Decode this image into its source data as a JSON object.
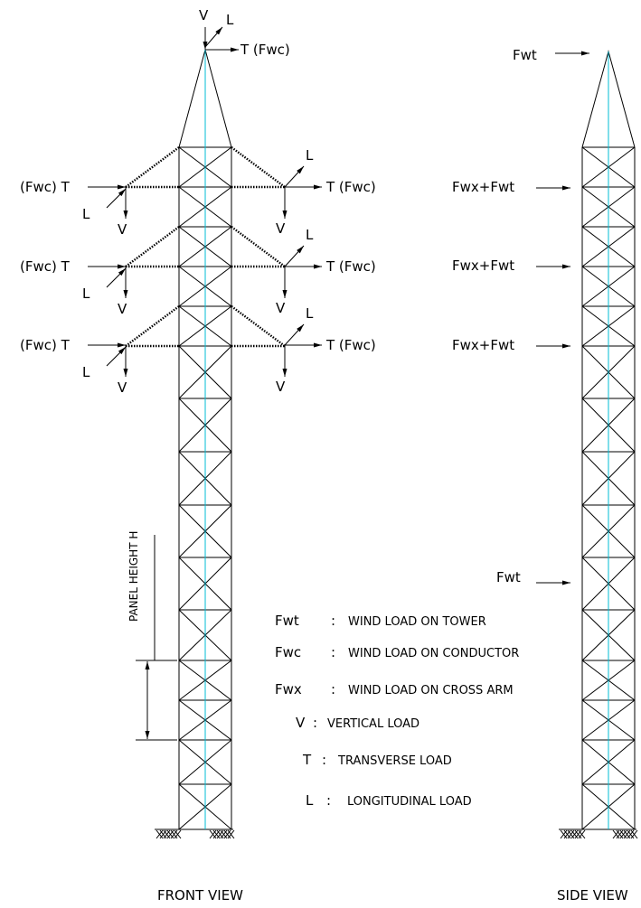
{
  "front": {
    "top_loads": {
      "v": "V",
      "l": "L",
      "t": "T (Fwc)"
    },
    "left_arm_label": "(Fwc) T",
    "right_arm_label": "T (Fwc)",
    "arm_v": "V",
    "arm_l": "L",
    "panel_height": "PANEL HEIGHT H",
    "view_title": "FRONT VIEW"
  },
  "side": {
    "top_label": "Fwt",
    "arm_label": "Fwx+Fwt",
    "lower_label": "Fwt",
    "view_title": "SIDE VIEW"
  },
  "legend": [
    {
      "symbol": "Fwt",
      "sep": ":",
      "text": "WIND LOAD ON TOWER"
    },
    {
      "symbol": "Fwc",
      "sep": ":",
      "text": "WIND LOAD ON CONDUCTOR"
    },
    {
      "symbol": "Fwx",
      "sep": ":",
      "text": "WIND LOAD ON CROSS ARM"
    },
    {
      "symbol": "V",
      "sep": ":",
      "text": "VERTICAL LOAD"
    },
    {
      "symbol": "T",
      "sep": ":",
      "text": "TRANSVERSE LOAD"
    },
    {
      "symbol": "L",
      "sep": ":",
      "text": "LONGITUDINAL LOAD"
    }
  ]
}
